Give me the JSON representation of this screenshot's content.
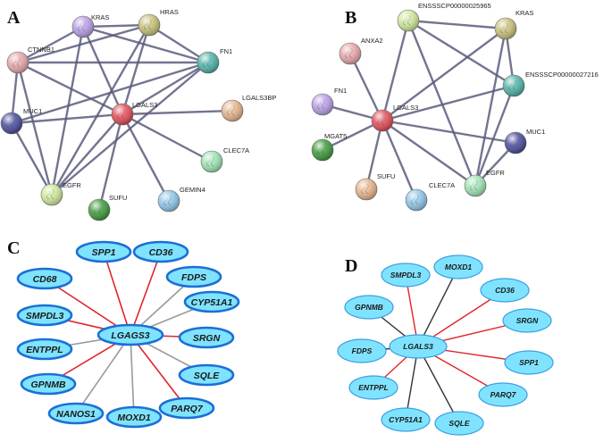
{
  "panels": [
    {
      "letter": "A",
      "style": "string",
      "hub": "LGALS3",
      "nodes": [
        {
          "id": "KRAS",
          "label": "KRAS",
          "color": "#b99ee6"
        },
        {
          "id": "HRAS",
          "label": "HRAS",
          "color": "#c8c07a"
        },
        {
          "id": "CTNNB1",
          "label": "CTNNB1",
          "color": "#e6a6aa"
        },
        {
          "id": "FN1",
          "label": "FN1",
          "color": "#4fb3a8"
        },
        {
          "id": "LGALS3BP",
          "label": "LGALS3BP",
          "color": "#e6b48c"
        },
        {
          "id": "MUC1",
          "label": "MUC1",
          "color": "#4a4c9a"
        },
        {
          "id": "LGALS3",
          "label": "LGALS3",
          "color": "#e24c58"
        },
        {
          "id": "CLEC7A",
          "label": "CLEC7A",
          "color": "#9fe3b4"
        },
        {
          "id": "EGFR",
          "label": "EGFR",
          "color": "#cfe89a"
        },
        {
          "id": "SUFU",
          "label": "SUFU",
          "color": "#3f9a3c"
        },
        {
          "id": "GEMIN4",
          "label": "GEMIN4",
          "color": "#8ec7e8"
        }
      ],
      "edges": [
        [
          "LGALS3",
          "KRAS"
        ],
        [
          "LGALS3",
          "HRAS"
        ],
        [
          "LGALS3",
          "CTNNB1"
        ],
        [
          "LGALS3",
          "FN1"
        ],
        [
          "LGALS3",
          "LGALS3BP"
        ],
        [
          "LGALS3",
          "MUC1"
        ],
        [
          "LGALS3",
          "CLEC7A"
        ],
        [
          "LGALS3",
          "EGFR"
        ],
        [
          "LGALS3",
          "SUFU"
        ],
        [
          "LGALS3",
          "GEMIN4"
        ],
        [
          "KRAS",
          "HRAS"
        ],
        [
          "KRAS",
          "CTNNB1"
        ],
        [
          "KRAS",
          "FN1"
        ],
        [
          "KRAS",
          "EGFR"
        ],
        [
          "HRAS",
          "CTNNB1"
        ],
        [
          "HRAS",
          "FN1"
        ],
        [
          "HRAS",
          "EGFR"
        ],
        [
          "CTNNB1",
          "FN1"
        ],
        [
          "CTNNB1",
          "MUC1"
        ],
        [
          "CTNNB1",
          "EGFR"
        ],
        [
          "FN1",
          "EGFR"
        ],
        [
          "MUC1",
          "EGFR"
        ],
        [
          "FN1",
          "MUC1"
        ]
      ]
    },
    {
      "letter": "B",
      "style": "string",
      "hub": "LGALS3",
      "nodes": [
        {
          "id": "ENSSSCP00000025965",
          "label": "ENSSSCP00000025965",
          "color": "#cfe89a"
        },
        {
          "id": "KRAS",
          "label": "KRAS",
          "color": "#c8c07a"
        },
        {
          "id": "ANXA2",
          "label": "ANXA2",
          "color": "#e6a6aa"
        },
        {
          "id": "ENSSSCP00000027216",
          "label": "ENSSSCP00000027216",
          "color": "#4fb3a8"
        },
        {
          "id": "FN1",
          "label": "FN1",
          "color": "#b99ee6"
        },
        {
          "id": "LGALS3",
          "label": "LGALS3",
          "color": "#e24c58"
        },
        {
          "id": "MUC1",
          "label": "MUC1",
          "color": "#4a4c9a"
        },
        {
          "id": "MGAT5",
          "label": "MGAT5",
          "color": "#3f9a3c"
        },
        {
          "id": "SUFU",
          "label": "SUFU",
          "color": "#e6b48c"
        },
        {
          "id": "CLEC7A",
          "label": "CLEC7A",
          "color": "#8ec7e8"
        },
        {
          "id": "EGFR",
          "label": "EGFR",
          "color": "#9fe3b4"
        }
      ],
      "edges": [
        [
          "LGALS3",
          "ENSSSCP00000025965"
        ],
        [
          "LGALS3",
          "KRAS"
        ],
        [
          "LGALS3",
          "ANXA2"
        ],
        [
          "LGALS3",
          "ENSSSCP00000027216"
        ],
        [
          "LGALS3",
          "FN1"
        ],
        [
          "LGALS3",
          "MUC1"
        ],
        [
          "LGALS3",
          "MGAT5"
        ],
        [
          "LGALS3",
          "SUFU"
        ],
        [
          "LGALS3",
          "CLEC7A"
        ],
        [
          "LGALS3",
          "EGFR"
        ],
        [
          "ENSSSCP00000025965",
          "KRAS"
        ],
        [
          "ENSSSCP00000025965",
          "ENSSSCP00000027216"
        ],
        [
          "ENSSSCP00000025965",
          "EGFR"
        ],
        [
          "KRAS",
          "ENSSSCP00000027216"
        ],
        [
          "KRAS",
          "EGFR"
        ],
        [
          "ENSSSCP00000027216",
          "EGFR"
        ],
        [
          "MUC1",
          "EGFR"
        ]
      ]
    },
    {
      "letter": "C",
      "style": "ellipse",
      "hub": "LGAGS3",
      "nodes": [
        {
          "id": "SPP1",
          "label": "SPP1",
          "edge": "red"
        },
        {
          "id": "CD36",
          "label": "CD36",
          "edge": "red"
        },
        {
          "id": "CD68",
          "label": "CD68",
          "edge": "red"
        },
        {
          "id": "FDPS",
          "label": "FDPS",
          "edge": "gray"
        },
        {
          "id": "CYP51A1",
          "label": "CYP51A1",
          "edge": "gray"
        },
        {
          "id": "SMPDL3",
          "label": "SMPDL3",
          "edge": "red"
        },
        {
          "id": "SRGN",
          "label": "SRGN",
          "edge": "red"
        },
        {
          "id": "ENTPPL",
          "label": "ENTPPL",
          "edge": "gray"
        },
        {
          "id": "SQLE",
          "label": "SQLE",
          "edge": "gray"
        },
        {
          "id": "GPNMB",
          "label": "GPNMB",
          "edge": "red"
        },
        {
          "id": "PARQ7",
          "label": "PARQ7",
          "edge": "red"
        },
        {
          "id": "NANOS1",
          "label": "NANOS1",
          "edge": "gray"
        },
        {
          "id": "MOXD1",
          "label": "MOXD1",
          "edge": "gray"
        }
      ]
    },
    {
      "letter": "D",
      "style": "ellipse",
      "hub": "LGALS3",
      "nodes": [
        {
          "id": "SMPDL3",
          "label": "SMPDL3",
          "edge": "red"
        },
        {
          "id": "MOXD1",
          "label": "MOXD1",
          "edge": "dark"
        },
        {
          "id": "CD36",
          "label": "CD36",
          "edge": "red"
        },
        {
          "id": "GPNMB",
          "label": "GPNMB",
          "edge": "dark"
        },
        {
          "id": "SRGN",
          "label": "SRGN",
          "edge": "red"
        },
        {
          "id": "FDPS",
          "label": "FDPS",
          "edge": "dark"
        },
        {
          "id": "SPP1",
          "label": "SPP1",
          "edge": "red"
        },
        {
          "id": "ENTPPL",
          "label": "ENTPPL",
          "edge": "red"
        },
        {
          "id": "PARQ7",
          "label": "PARQ7",
          "edge": "red"
        },
        {
          "id": "CYP51A1",
          "label": "CYP51A1",
          "edge": "dark"
        },
        {
          "id": "SQLE",
          "label": "SQLE",
          "edge": "dark"
        }
      ]
    }
  ],
  "colors": {
    "string_edge": "#5a5c7c",
    "ellipse_fill": "#7fe3ff",
    "ellipse_stroke_c": "#1b6fd6",
    "ellipse_stroke_d": "#3a9fe0",
    "edge_red": "#e0242b",
    "edge_gray": "#9a9a9a",
    "edge_dark": "#333333"
  }
}
